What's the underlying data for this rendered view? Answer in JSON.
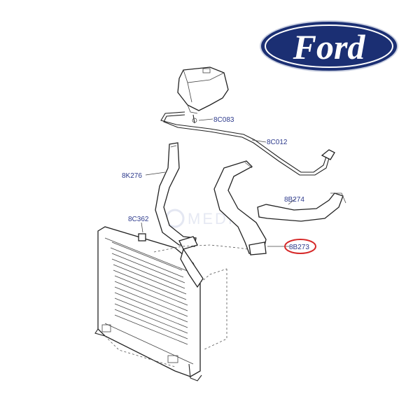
{
  "logo": {
    "text": "Ford",
    "color_outer": "#1b2f73",
    "color_inner": "#ffffff"
  },
  "watermark": {
    "text": "MEDIA"
  },
  "parts": [
    {
      "id": "8C083",
      "label": "8C083",
      "highlighted": false
    },
    {
      "id": "8C012",
      "label": "8C012",
      "highlighted": false
    },
    {
      "id": "8K276",
      "label": "8K276",
      "highlighted": false
    },
    {
      "id": "8B274",
      "label": "8B274",
      "highlighted": false
    },
    {
      "id": "8C362",
      "label": "8C362",
      "highlighted": false
    },
    {
      "id": "8B273",
      "label": "8B273",
      "highlighted": true
    }
  ],
  "colors": {
    "label": "#2d3a8c",
    "highlight_ring": "#d62828",
    "line": "#222222"
  }
}
